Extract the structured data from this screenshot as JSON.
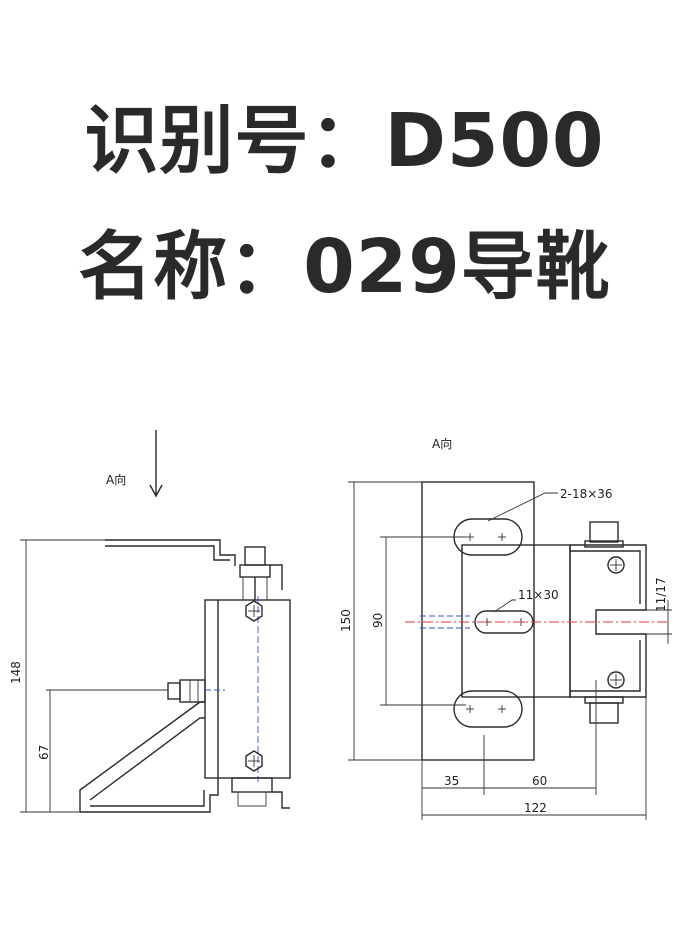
{
  "title": {
    "line1": "识别号：D500",
    "line2": "名称：029导靴"
  },
  "drawing": {
    "view_label_left": "A向",
    "view_label_right": "A向",
    "dims_left": {
      "height": "148",
      "lower": "67"
    },
    "dims_right": {
      "height": "150",
      "holes": "90",
      "slot_note": "2-18×36",
      "center_slot": "11×30",
      "gap": "11/17",
      "w1": "35",
      "w2": "60",
      "total": "122"
    },
    "colors": {
      "line": "#2a2a2a",
      "centerline_red": "#e0393e",
      "centerline_blue": "#3550c8"
    }
  }
}
